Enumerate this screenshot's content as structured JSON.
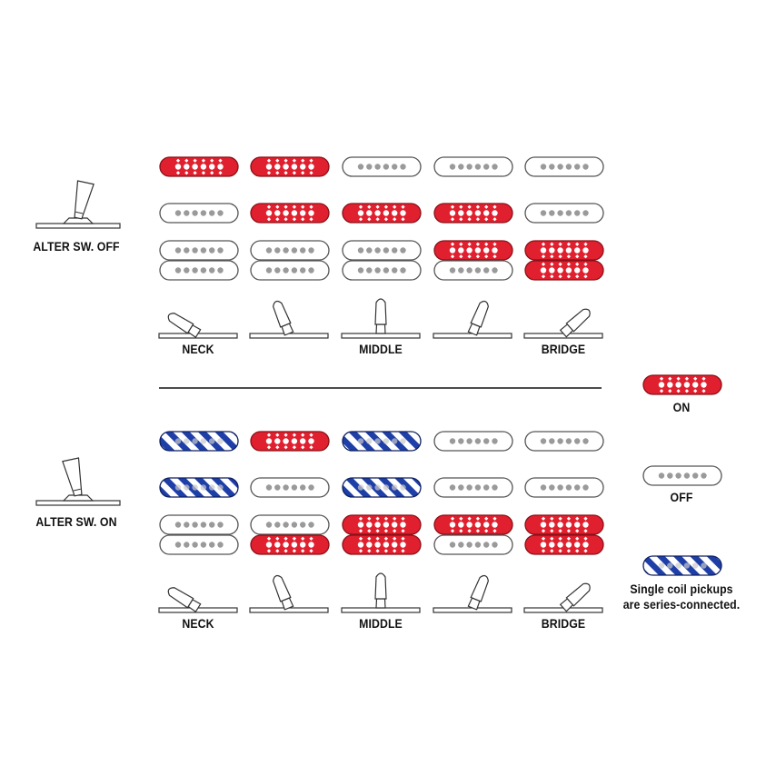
{
  "colors": {
    "on": "#e0202e",
    "off": "#ffffff",
    "series": "#1e3ea8",
    "pole_off": "#9a9a9a",
    "outline": "#555555"
  },
  "sections": [
    {
      "switch_label": "ALTER SW. OFF",
      "switch_state": "off",
      "positions": [
        {
          "label": "NECK",
          "pickups": {
            "neck": "on",
            "middle": "off",
            "bridge_upper": "off",
            "bridge_lower": "off"
          }
        },
        {
          "label": "",
          "pickups": {
            "neck": "on",
            "middle": "on",
            "bridge_upper": "off",
            "bridge_lower": "off"
          }
        },
        {
          "label": "MIDDLE",
          "pickups": {
            "neck": "off",
            "middle": "on",
            "bridge_upper": "off",
            "bridge_lower": "off"
          }
        },
        {
          "label": "",
          "pickups": {
            "neck": "off",
            "middle": "on",
            "bridge_upper": "on",
            "bridge_lower": "off"
          }
        },
        {
          "label": "BRIDGE",
          "pickups": {
            "neck": "off",
            "middle": "off",
            "bridge_upper": "on",
            "bridge_lower": "on"
          }
        }
      ]
    },
    {
      "switch_label": "ALTER SW. ON",
      "switch_state": "on",
      "positions": [
        {
          "label": "NECK",
          "pickups": {
            "neck": "series",
            "middle": "series",
            "bridge_upper": "off",
            "bridge_lower": "off"
          }
        },
        {
          "label": "",
          "pickups": {
            "neck": "on",
            "middle": "off",
            "bridge_upper": "off",
            "bridge_lower": "on"
          }
        },
        {
          "label": "MIDDLE",
          "pickups": {
            "neck": "series",
            "middle": "series",
            "bridge_upper": "on",
            "bridge_lower": "on"
          }
        },
        {
          "label": "",
          "pickups": {
            "neck": "off",
            "middle": "off",
            "bridge_upper": "on",
            "bridge_lower": "off"
          }
        },
        {
          "label": "BRIDGE",
          "pickups": {
            "neck": "off",
            "middle": "off",
            "bridge_upper": "on",
            "bridge_lower": "on"
          }
        }
      ]
    }
  ],
  "legend": {
    "on_label": "ON",
    "off_label": "OFF",
    "series_label_line1": "Single coil pickups",
    "series_label_line2": "are series-connected."
  }
}
